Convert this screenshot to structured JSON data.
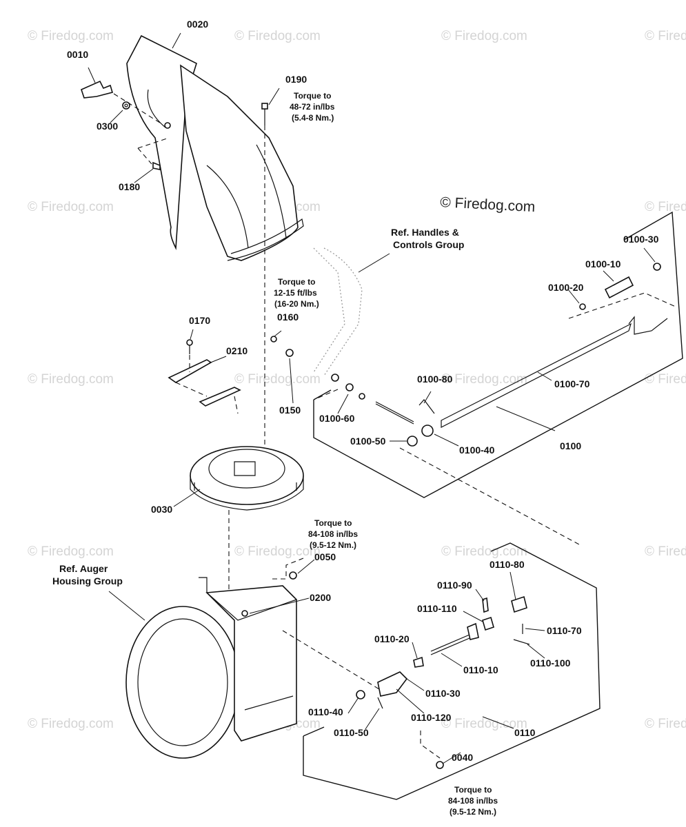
{
  "watermarks": {
    "text": "© Firedog.com",
    "main": "© Firedog.com"
  },
  "parts": {
    "p0010": "0010",
    "p0020": "0020",
    "p0030": "0030",
    "p0040": "0040",
    "p0050": "0050",
    "p0100": "0100",
    "p0100_10": "0100-10",
    "p0100_20": "0100-20",
    "p0100_30": "0100-30",
    "p0100_40": "0100-40",
    "p0100_50": "0100-50",
    "p0100_60": "0100-60",
    "p0100_70": "0100-70",
    "p0100_80": "0100-80",
    "p0110": "0110",
    "p0110_10": "0110-10",
    "p0110_20": "0110-20",
    "p0110_30": "0110-30",
    "p0110_40": "0110-40",
    "p0110_50": "0110-50",
    "p0110_70": "0110-70",
    "p0110_80": "0110-80",
    "p0110_90": "0110-90",
    "p0110_100": "0110-100",
    "p0110_110": "0110-110",
    "p0110_120": "0110-120",
    "p0150": "0150",
    "p0160": "0160",
    "p0170": "0170",
    "p0180": "0180",
    "p0190": "0190",
    "p0200": "0200",
    "p0210": "0210",
    "p0300": "0300"
  },
  "notes": {
    "torque_0190": [
      "Torque to",
      "48-72 in/lbs",
      "(5.4-8 Nm.)"
    ],
    "torque_0160": [
      "Torque to",
      "12-15 ft/lbs",
      "(16-20 Nm.)"
    ],
    "torque_0050": [
      "Torque to",
      "84-108 in/lbs",
      "(9.5-12 Nm.)"
    ],
    "torque_0040": [
      "Torque to",
      "84-108 in/lbs",
      "(9.5-12 Nm.)"
    ]
  },
  "refs": {
    "handles": [
      "Ref. Handles &",
      "Controls Group"
    ],
    "auger": [
      "Ref. Auger",
      "Housing Group"
    ]
  }
}
